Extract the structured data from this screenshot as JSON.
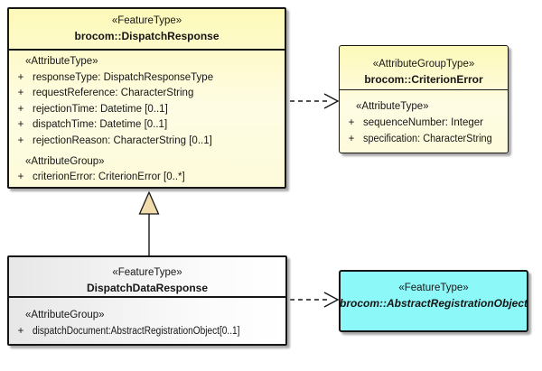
{
  "diagram": {
    "boxes": {
      "dispatch_response": {
        "stereotype": "«FeatureType»",
        "name": "brocom::DispatchResponse",
        "attr_stereotype": "«AttributeType»",
        "attributes": [
          {
            "vis": "+",
            "text": "responseType: DispatchResponseType"
          },
          {
            "vis": "+",
            "text": "requestReference: CharacterString"
          },
          {
            "vis": "+",
            "text": "rejectionTime: Datetime [0..1]"
          },
          {
            "vis": "+",
            "text": "dispatchTime: Datetime [0..1]"
          },
          {
            "vis": "+",
            "text": "rejectionReason: CharacterString [0..1]"
          }
        ],
        "group_stereotype": "«AttributeGroup»",
        "group_attributes": [
          {
            "vis": "+",
            "text": "criterionError: CriterionError [0..*]"
          }
        ]
      },
      "criterion_error": {
        "stereotype": "«AttributeGroupType»",
        "name": "brocom::CriterionError",
        "attr_stereotype": "«AttributeType»",
        "attributes": [
          {
            "vis": "+",
            "text": "sequenceNumber: Integer"
          },
          {
            "vis": "+",
            "text": "specification: CharacterString"
          }
        ]
      },
      "dispatch_data_response": {
        "stereotype": "«FeatureType»",
        "name": "DispatchDataResponse",
        "group_stereotype": "«AttributeGroup»",
        "group_attributes": [
          {
            "vis": "+",
            "text": "dispatchDocument:AbstractRegistrationObject[0..1]"
          }
        ]
      },
      "abstract_registration_object": {
        "stereotype": "«FeatureType»",
        "name": "brocom::AbstractRegistrationObject"
      }
    },
    "connectors": {
      "generalization": "DispatchDataResponse specializes brocom::DispatchResponse",
      "dependency_top": "brocom::DispatchResponse to brocom::CriterionError",
      "dependency_bottom": "DispatchDataResponse to brocom::AbstractRegistrationObject"
    },
    "colors": {
      "class_fill": "#fdf9b9",
      "class_fill_light": "#fefce3",
      "neutral_fill": "#e7e7e7",
      "highlight_fill": "#8df8f8",
      "generalization_triangle_fill": "#f1dcab",
      "border": "#161616",
      "shadow": "#a9a9a9"
    }
  }
}
